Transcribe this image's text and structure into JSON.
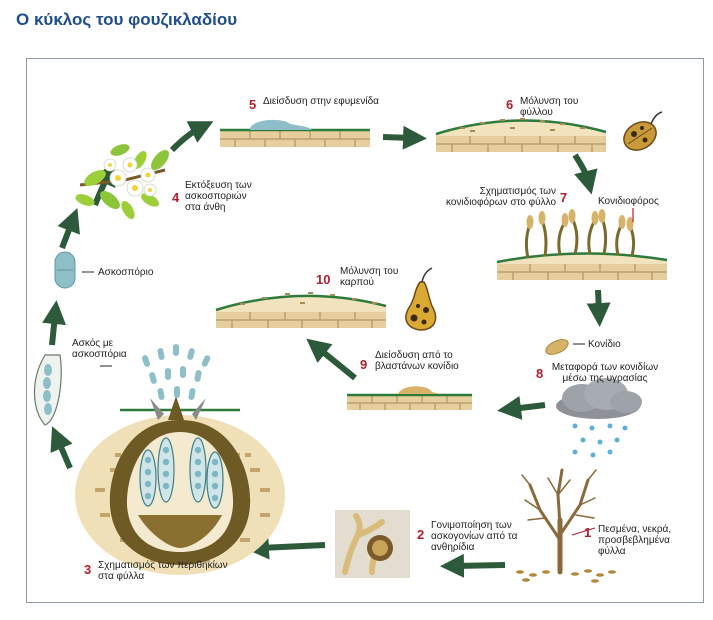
{
  "title": "Ο κύκλος του φουζικλαδίου",
  "colors": {
    "arrow": "#2d5a3a",
    "cell": "#e6cf9c",
    "cell_border": "#b9a070",
    "leaf_line": "#2e7a3a",
    "fungus": "#6d5a24",
    "spore": "#7fb6c4",
    "number": "#b0202e",
    "title": "#1f4e8c"
  },
  "stages": [
    {
      "number": "1",
      "label": "Πεσμένα, νεκρά, προσβεβλημένα φύλλα"
    },
    {
      "number": "2",
      "label": "Γονιμοποίηση των ασκογονίων από τα ανθηρίδια"
    },
    {
      "number": "3",
      "label": "Σχηματισμός των περιθηκίων στα φύλλα"
    },
    {
      "number": "4",
      "label": "Εκτόξευση των ασκοσποριών στα άνθη"
    },
    {
      "number": "5",
      "label": "Διείσδυση στην εφυμενίδα"
    },
    {
      "number": "6",
      "label": "Μόλυνση του φύλλου"
    },
    {
      "number": "7",
      "label": "Σχηματισμός των κονιδιοφόρων στο φύλλο"
    },
    {
      "number": "8",
      "label": "Μεταφορά των κονιδίων μέσω της υγρασίας"
    },
    {
      "number": "9",
      "label": "Διείσδυση από το βλαστάνων κονίδιο"
    },
    {
      "number": "10",
      "label": "Μόλυνση του καρπού"
    }
  ],
  "callouts": {
    "ascospore": "Ασκοσπόριο",
    "ascus": "Ασκός με ασκοσπόρια",
    "conidiophore": "Κονιδιοφόρος",
    "conidium": "Κονίδιο"
  }
}
